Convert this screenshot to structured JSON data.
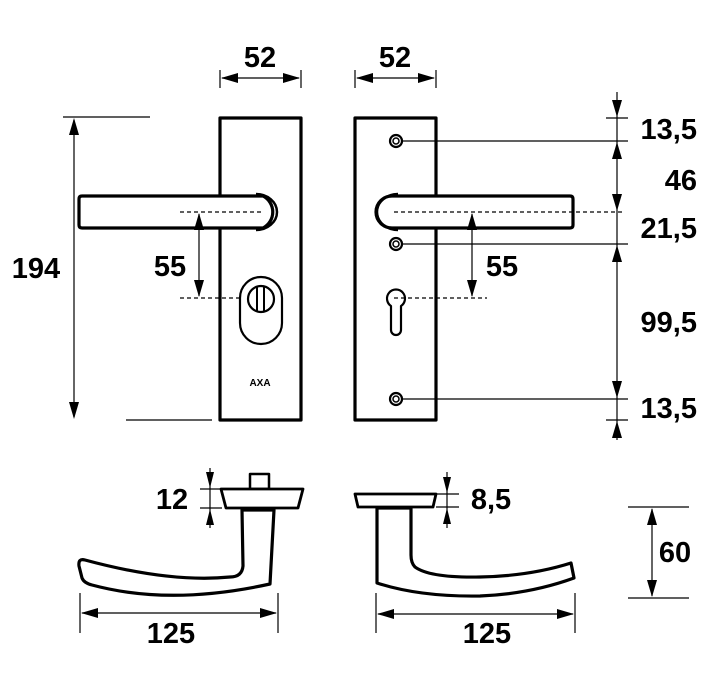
{
  "drawing": {
    "title": "Door handle set dimension drawing",
    "colors": {
      "line": "#000000",
      "background": "#ffffff"
    },
    "front_view_left": {
      "plate_width_label": "52",
      "total_height_label": "194",
      "handle_to_cylinder_label": "55",
      "brand_label": "AXA",
      "cylinder_type": "profile-cylinder-with-thumbturn"
    },
    "front_view_right": {
      "plate_width_label": "52",
      "handle_to_keyhole_label": "55",
      "keyhole_type": "euro-profile-keyhole",
      "screw_holes": 3
    },
    "vertical_chain_dimensions": [
      {
        "id": "top-to-screw",
        "label": "13,5"
      },
      {
        "id": "screw-to-handle",
        "label": "46"
      },
      {
        "id": "handle-to-screw",
        "label": "21,5"
      },
      {
        "id": "screw-to-screw",
        "label": "99,5"
      },
      {
        "id": "screw-to-bottom",
        "label": "13,5"
      }
    ],
    "side_view_left": {
      "rosette_thickness_label": "12",
      "handle_length_label": "125"
    },
    "side_view_right": {
      "rosette_thickness_label": "8,5",
      "handle_length_label": "125",
      "handle_projection_label": "60"
    }
  }
}
